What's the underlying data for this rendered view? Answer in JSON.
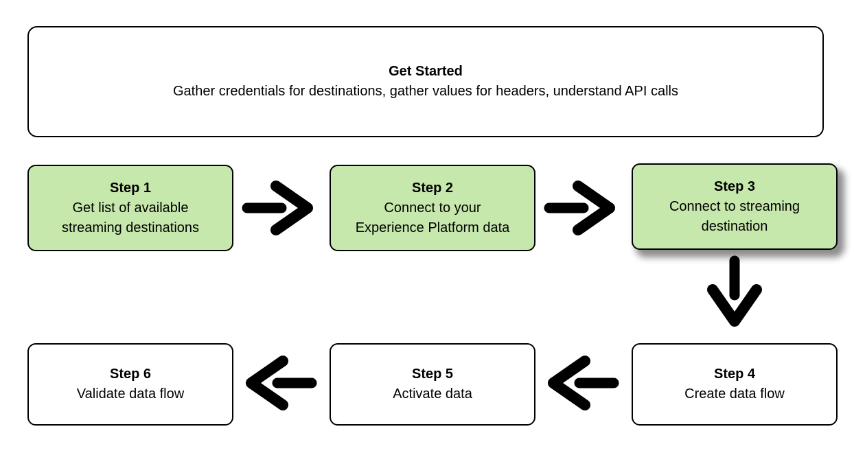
{
  "diagram": {
    "colors": {
      "background": "#ffffff",
      "box_green_fill": "#c7e8ac",
      "box_white_fill": "#ffffff",
      "border": "#000000",
      "arrow": "#000000",
      "text": "#000000",
      "shadow": "rgba(0,0,0,0.45)"
    },
    "header": {
      "title": "Get Started",
      "subtitle": "Gather credentials for destinations, gather values for headers, understand API calls"
    },
    "steps": [
      {
        "title": "Step 1",
        "lines": [
          "Get list of available",
          "streaming destinations"
        ],
        "fill": "green",
        "shadow": false
      },
      {
        "title": "Step 2",
        "lines": [
          "Connect to your",
          "Experience Platform data"
        ],
        "fill": "green",
        "shadow": false
      },
      {
        "title": "Step 3",
        "lines": [
          "Connect to streaming",
          "destination"
        ],
        "fill": "green",
        "shadow": true
      },
      {
        "title": "Step 4",
        "lines": [
          "Create data flow"
        ],
        "fill": "white",
        "shadow": false
      },
      {
        "title": "Step 5",
        "lines": [
          "Activate data"
        ],
        "fill": "white",
        "shadow": false
      },
      {
        "title": "Step 6",
        "lines": [
          "Validate data flow"
        ],
        "fill": "white",
        "shadow": false
      }
    ],
    "arrows": [
      {
        "from": "step-1",
        "to": "step-2",
        "direction": "right"
      },
      {
        "from": "step-2",
        "to": "step-3",
        "direction": "right"
      },
      {
        "from": "step-3",
        "to": "step-4",
        "direction": "down"
      },
      {
        "from": "step-4",
        "to": "step-5",
        "direction": "left"
      },
      {
        "from": "step-5",
        "to": "step-6",
        "direction": "left"
      }
    ]
  }
}
